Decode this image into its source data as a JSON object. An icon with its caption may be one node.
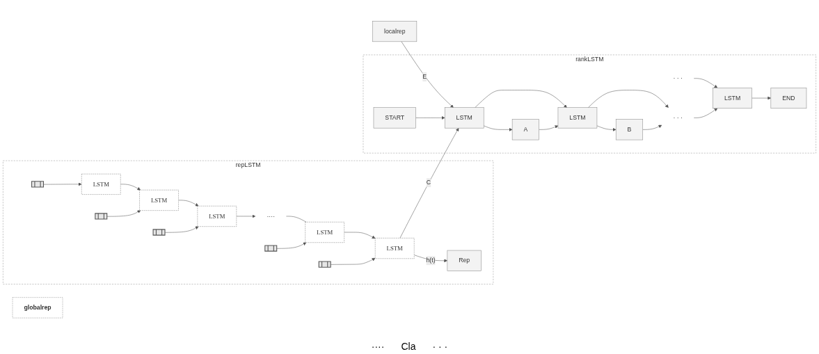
{
  "diagram": {
    "nodes": [
      {
        "text": [
          "repLSTM"
        ]
      },
      {
        "text": [
          "Rep"
        ],
        "in": 0
      },
      {
        "text": [
          "LSTM"
        ],
        "in": 0
      },
      {
        "text": [
          "LSTM"
        ],
        "in": 0
      },
      {
        "text": [
          "LSTM"
        ],
        "in": 0
      },
      {
        "text": [
          "····"
        ],
        "in": 0
      },
      {
        "text": [
          "LSTM"
        ],
        "in": 0
      },
      {
        "text": [
          "LSTM"
        ],
        "in": 0
      },
      {
        "text": [],
        "shape": "bar",
        "in": 0
      },
      {
        "text": [],
        "shape": "bar",
        "in": 0
      },
      {
        "text": [],
        "shape": "bar",
        "in": 0
      },
      {
        "text": [],
        "shape": "bar",
        "in": 0
      },
      {
        "text": [],
        "shape": "bar",
        "in": 0
      },
      {
        "text": [
          "globalrep"
        ]
      },
      {
        "text": [
          "localrep"
        ]
      },
      {
        "text": [
          "rankLSTM"
        ]
      },
      {
        "text": [
          "A"
        ],
        "in": 15
      },
      {
        "text": [
          "B"
        ],
        "in": 15
      },
      {
        "text": [
          "· · ·"
        ],
        "in": 15
      },
      {
        "text": [
          "END"
        ],
        "in": 15
      },
      {
        "text": [
          "LSTM"
        ],
        "in": 15
      },
      {
        "text": [
          "LSTM"
        ],
        "in": 15
      },
      {
        "text": [
          "· · ·"
        ],
        "in": 15
      },
      {
        "text": [
          "LSTM"
        ],
        "in": 15
      },
      {
        "text": [
          "START"
        ],
        "in": 15
      }
    ],
    "edges": [
      {
        "from": 2,
        "to": 3,
        "arrow": "to"
      },
      {
        "from": 3,
        "to": 4,
        "arrow": "to"
      },
      {
        "from": 4,
        "to": 5,
        "arrow": "to"
      },
      {
        "from": 5,
        "to": 6,
        "arrow": "none"
      },
      {
        "from": 6,
        "to": 7,
        "arrow": "to"
      },
      {
        "from": 8,
        "to": 2,
        "arrow": "to"
      },
      {
        "from": 9,
        "to": 3,
        "arrow": "to"
      },
      {
        "from": 10,
        "to": 4,
        "arrow": "to"
      },
      {
        "from": 11,
        "to": 6,
        "arrow": "to"
      },
      {
        "from": 12,
        "to": 7,
        "arrow": "to"
      },
      {
        "from": 7,
        "to": 1,
        "arrow": "to",
        "label": "h(t)"
      },
      {
        "from": 7,
        "to": 20,
        "arrow": "to",
        "label": "C"
      },
      {
        "from": 14,
        "to": 20,
        "arrow": "to",
        "label": "E"
      },
      {
        "from": 24,
        "to": 20,
        "arrow": "to"
      },
      {
        "from": 20,
        "to": 16,
        "arrow": "to"
      },
      {
        "from": 20,
        "to": 21,
        "arrow": "to"
      },
      {
        "from": 16,
        "to": 21,
        "arrow": "to"
      },
      {
        "from": 21,
        "to": 17,
        "arrow": "to"
      },
      {
        "from": 21,
        "to": 22,
        "arrow": "to"
      },
      {
        "from": 17,
        "to": 22,
        "arrow": "to"
      },
      {
        "from": 18,
        "to": 23,
        "arrow": "to"
      },
      {
        "from": 22,
        "to": 23,
        "arrow": "to"
      },
      {
        "from": 23,
        "to": 19,
        "arrow": "to"
      }
    ],
    "labels": [
      "····",
      "Cla",
      "· · ·"
    ]
  }
}
